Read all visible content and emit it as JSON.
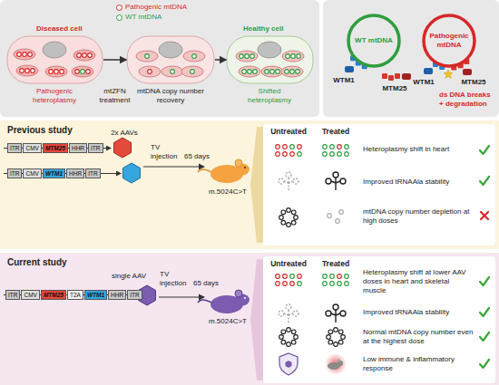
{
  "diagram": {
    "nodes": [
      {
        "text": [
          "Diseased cell",
          "Pathogenic heteroplasmy"
        ]
      },
      {
        "text": [
          "mtDNA copy number recovery"
        ]
      },
      {
        "text": [
          "Healthy cell",
          "Shifted heteroplasmy"
        ]
      },
      {
        "text": [
          "WT mtDNA"
        ]
      },
      {
        "text": [
          "Pathogenic mtDNA"
        ]
      },
      {
        "text": [
          "Previous study"
        ]
      },
      {
        "text": [
          "ITR",
          "CMV",
          "MTM25",
          "HHR",
          "ITR"
        ],
        "in": 5
      },
      {
        "text": [
          "ITR",
          "CMV",
          "WTM1",
          "HHR",
          "ITR"
        ],
        "in": 5
      },
      {
        "text": [
          "Untreated",
          "Treated"
        ],
        "in": 5
      },
      {
        "text": [
          "Current study"
        ]
      },
      {
        "text": [
          "ITR",
          "CMV",
          "MTM25",
          "T2A",
          "WTM1",
          "HHR",
          "ITR"
        ],
        "in": 9
      },
      {
        "text": [
          "Untreated",
          "Treated"
        ],
        "in": 9
      }
    ],
    "edges": [
      {
        "from": 0,
        "to": 1,
        "arrow": "to",
        "label": "mtZFN treatment"
      },
      {
        "from": 1,
        "to": 2,
        "arrow": "to"
      }
    ],
    "labels": [
      "WTM1",
      "MTM25",
      "WTM1",
      "MTM25",
      "ds DNA breaks + degradation",
      "2x AAVs",
      "TV injection",
      "65 days",
      "m.5024C>T",
      "Heteroplasmy shift in heart",
      "Improved tRNAAla stability",
      "mtDNA copy number depletion at high doses",
      "single AAV",
      "TV injection",
      "65 days",
      "m.5024C>T",
      "Heteroplasmy shift at lower AAV doses in heart and skeletal muscle",
      "Improved tRNAAla stability",
      "Normal mtDNA copy number even at the highest dose",
      "Low immune & inflammatory response"
    ],
    "legend": [
      {
        "text": "Pathogenic mtDNA",
        "color": "#d62828"
      },
      {
        "text": "WT mtDNA",
        "color": "#2e9e3e"
      }
    ]
  }
}
